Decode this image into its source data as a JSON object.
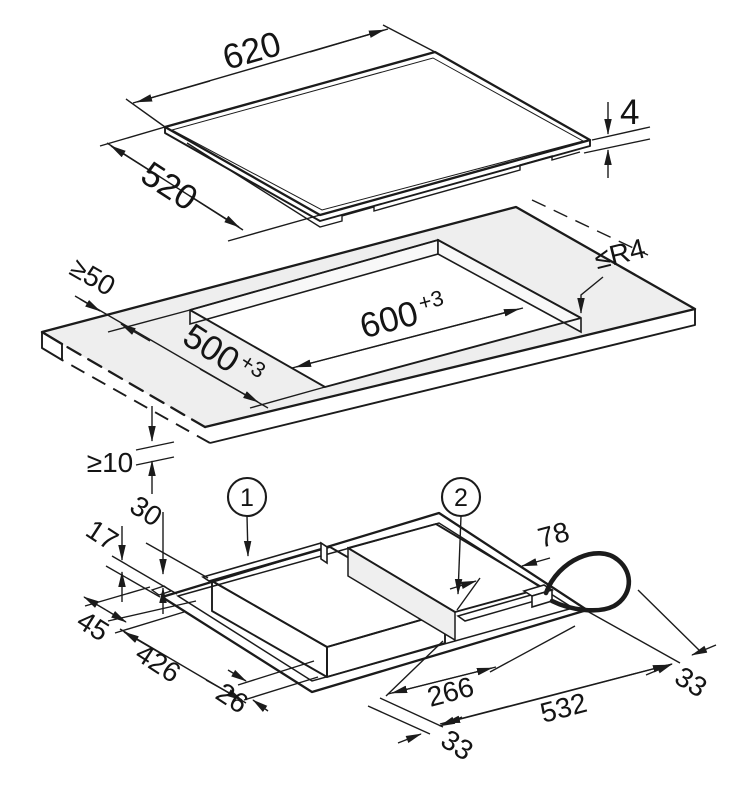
{
  "figure": {
    "kind": "appliance installation diagram",
    "subject": "built-in hob with worktop cut-out and underside views",
    "line_color": "#1b1b1b",
    "surface_color": "#e7e7e7",
    "background": "#ffffff"
  },
  "views": {
    "cooktop_top": {
      "label": "cooktop panel outer dimensions",
      "dims": {
        "width": "620",
        "depth": "520",
        "glass_thickness": "4"
      }
    },
    "worktop_cutout": {
      "label": "worktop cut-out dimensions",
      "dims": {
        "rear_clearance": "≥50",
        "cutout_depth": "500",
        "cutout_depth_tol": "+3",
        "cutout_width": "600",
        "cutout_width_tol": "+3",
        "corner_radius": "≤R4",
        "min_thickness": "≥10"
      }
    },
    "underside": {
      "label": "underside housing and cable positions",
      "callouts": [
        {
          "id": "1"
        },
        {
          "id": "2"
        }
      ],
      "dims": {
        "h17": "17",
        "h30": "30",
        "d45": "45",
        "d426": "426",
        "d26": "26",
        "d33_left": "33",
        "d266": "266",
        "d532": "532",
        "d33_right": "33",
        "d78": "78"
      }
    }
  }
}
